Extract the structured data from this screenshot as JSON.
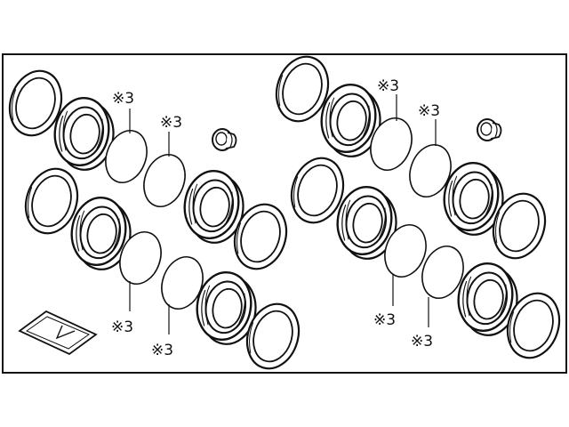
{
  "diagram": {
    "callout_note": "※3",
    "labels": [
      {
        "id": "l1",
        "text": "※3"
      },
      {
        "id": "l2",
        "text": "※3"
      },
      {
        "id": "l3",
        "text": "※3"
      },
      {
        "id": "l4",
        "text": "※3"
      },
      {
        "id": "l5",
        "text": "※3"
      },
      {
        "id": "l6",
        "text": "※3"
      },
      {
        "id": "l7",
        "text": "※3"
      },
      {
        "id": "l8",
        "text": "※3"
      }
    ]
  }
}
